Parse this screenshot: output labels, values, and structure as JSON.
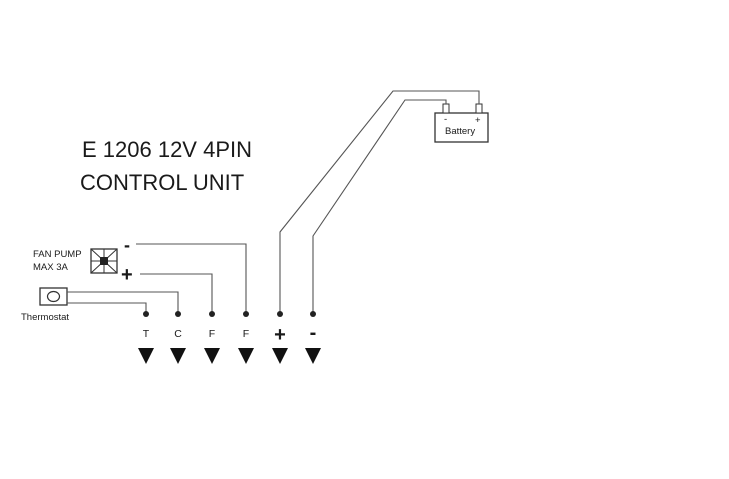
{
  "title": {
    "line1": "E 1206 12V 4PIN",
    "line2": "CONTROL UNIT"
  },
  "fan_pump": {
    "label_line1": "FAN PUMP",
    "label_line2": "MAX 3A",
    "minus_sign": "-",
    "plus_sign": "+"
  },
  "thermostat": {
    "label": "Thermostat"
  },
  "battery": {
    "label": "Battery",
    "minus_sign": "-",
    "plus_sign": "+"
  },
  "terminals": [
    {
      "label": "T"
    },
    {
      "label": "C"
    },
    {
      "label": "F"
    },
    {
      "label": "F"
    },
    {
      "label": "+"
    },
    {
      "label": "-"
    }
  ],
  "colors": {
    "line": "#555555",
    "text": "#1a1a1a",
    "background": "#ffffff"
  }
}
